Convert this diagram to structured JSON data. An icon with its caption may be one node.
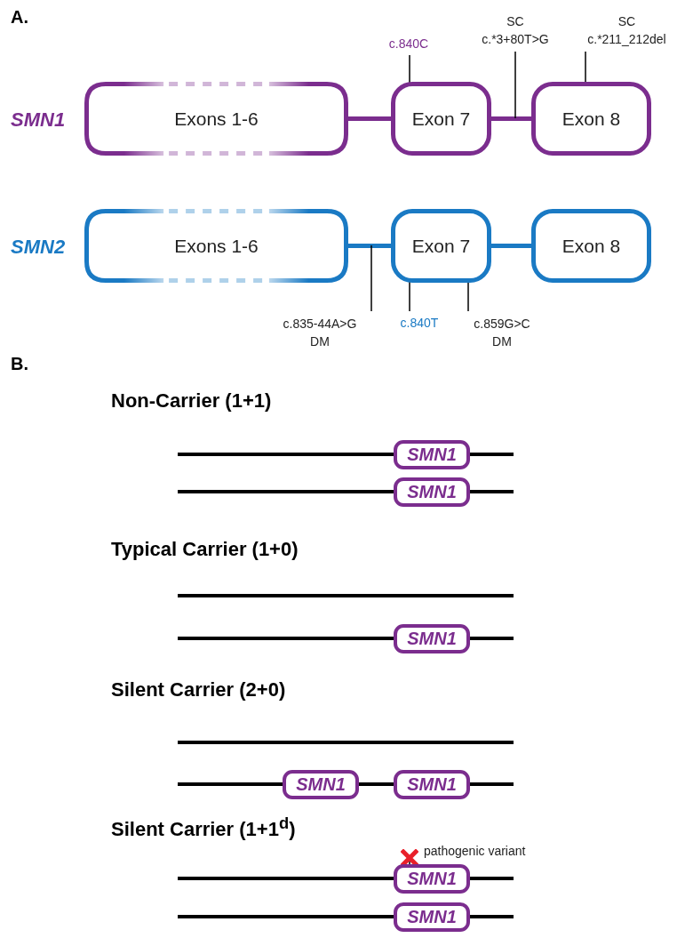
{
  "diagram": {
    "nodes": [
      {
        "text": [
          "c.840C"
        ]
      },
      {
        "text": [
          "SC",
          "c.*3+80T>G"
        ]
      },
      {
        "text": [
          "SC",
          "c.*211_212del"
        ]
      },
      {
        "text": [
          "Exons 1-6"
        ]
      },
      {
        "text": [
          "Exon 7"
        ]
      },
      {
        "text": [
          "Exon 8"
        ]
      },
      {
        "text": [
          "Exons 1-6"
        ]
      },
      {
        "text": [
          "Exon 7"
        ]
      },
      {
        "text": [
          "Exon 8"
        ]
      },
      {
        "text": [
          "c.835-44A>G",
          "DM"
        ]
      },
      {
        "text": [
          "c.840T"
        ]
      },
      {
        "text": [
          "c.859G>C",
          "DM"
        ]
      },
      {
        "text": [
          "SMN1"
        ]
      },
      {
        "text": [
          "SMN1"
        ]
      },
      {
        "text": [
          "SMN1"
        ]
      },
      {
        "text": [
          "SMN1"
        ]
      },
      {
        "text": [
          "SMN1"
        ]
      },
      {
        "text": [],
        "shape": "cross",
        "beside": [
          "pathogenic variant"
        ]
      },
      {
        "text": [
          "SMN1"
        ]
      },
      {
        "text": [
          "SMN1"
        ]
      }
    ],
    "edges": [
      {
        "from": 3,
        "to": 4,
        "arrow": "none",
        "style": "thick",
        "color": "#7b2d8e"
      },
      {
        "from": 4,
        "to": 5,
        "arrow": "none",
        "style": "thick",
        "color": "#7b2d8e"
      },
      {
        "from": 6,
        "to": 7,
        "arrow": "none",
        "style": "thick",
        "color": "#1a7ac4"
      },
      {
        "from": 7,
        "to": 8,
        "arrow": "none",
        "style": "thick",
        "color": "#1a7ac4"
      },
      {
        "from": 0,
        "to": 4,
        "arrow": "none"
      },
      {
        "from": 1,
        "to": null,
        "arrow": "none"
      },
      {
        "from": 2,
        "to": 5,
        "arrow": "none"
      },
      {
        "from": 9,
        "to": null,
        "arrow": "none"
      },
      {
        "from": 10,
        "to": 7,
        "arrow": "none"
      },
      {
        "from": 11,
        "to": 7,
        "arrow": "none"
      },
      {
        "from": 17,
        "to": 18,
        "arrow": "none"
      }
    ],
    "labels": [
      "A.",
      "SMN1",
      "SMN2",
      "B.",
      "Non-Carrier (1+1)",
      "Typical Carrier (1+0)",
      "Silent Carrier (2+0)",
      "Silent Carrier (1+1$^{d}$)"
    ]
  }
}
